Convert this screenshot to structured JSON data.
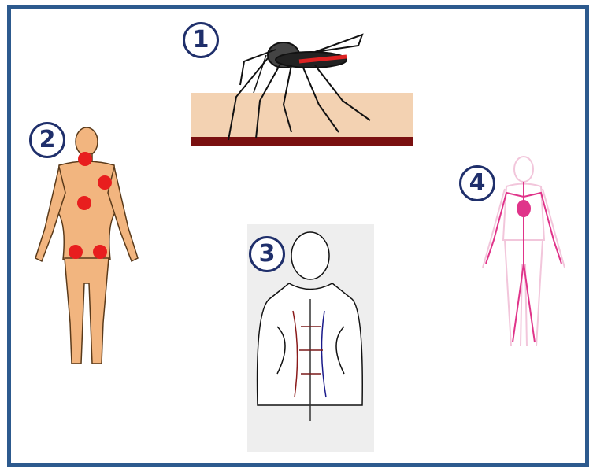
{
  "steps": [
    {
      "number": "1",
      "subject": "mosquito-bite"
    },
    {
      "number": "2",
      "subject": "body-with-red-spots"
    },
    {
      "number": "3",
      "subject": "lymphatic-system-figure"
    },
    {
      "number": "4",
      "subject": "circulatory-system-figure"
    }
  ],
  "colors": {
    "frame": "#2d5a8e",
    "badge": "#1f2f6b",
    "skin": "#f2b57f",
    "spot": "#e81e1e",
    "skin_layer": "#f3d2b2",
    "blood_layer": "#7a1010",
    "vessels": "#e0348a"
  }
}
